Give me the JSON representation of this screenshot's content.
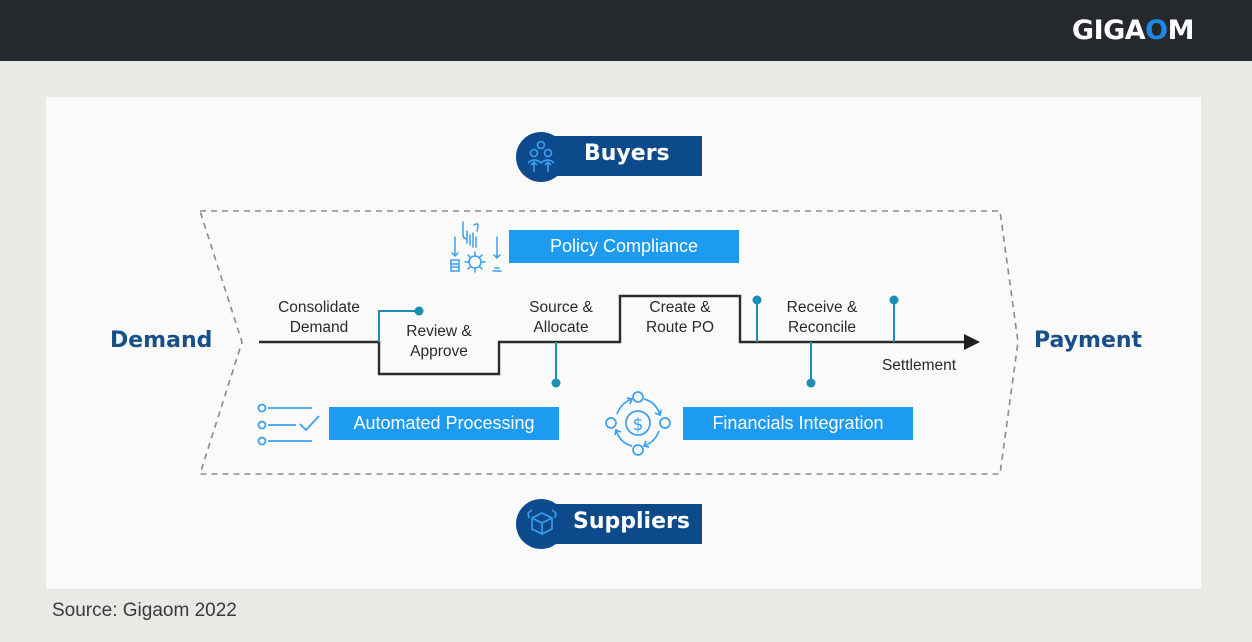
{
  "header": {
    "logo_prefix": "GIGA",
    "logo_o": "O",
    "logo_suffix": "M"
  },
  "diagram": {
    "top_actor": {
      "label": "Buyers",
      "icon": "people-group-icon"
    },
    "bottom_actor": {
      "label": "Suppliers",
      "icon": "package-box-icon"
    },
    "start_label": "Demand",
    "end_label": "Payment",
    "steps": [
      {
        "line1": "Consolidate",
        "line2": "Demand"
      },
      {
        "line1": "Review &",
        "line2": "Approve"
      },
      {
        "line1": "Source &",
        "line2": "Allocate"
      },
      {
        "line1": "Create &",
        "line2": "Route PO"
      },
      {
        "line1": "Receive &",
        "line2": "Reconcile"
      },
      {
        "line1": "Settlement",
        "line2": ""
      }
    ],
    "capabilities": [
      {
        "label": "Policy Compliance",
        "icon": "hand-gear-compliance-icon"
      },
      {
        "label": "Automated Processing",
        "icon": "checklist-icon"
      },
      {
        "label": "Financials Integration",
        "icon": "dollar-cycle-icon"
      }
    ],
    "colors": {
      "navy": "#0d4a8c",
      "feature_blue": "#1d9bf0",
      "teal_pin": "#1a8fb3",
      "flow_line": "#2b2b2b",
      "side_label": "#184f86"
    }
  },
  "footer": {
    "source": "Source: Gigaom 2022"
  }
}
